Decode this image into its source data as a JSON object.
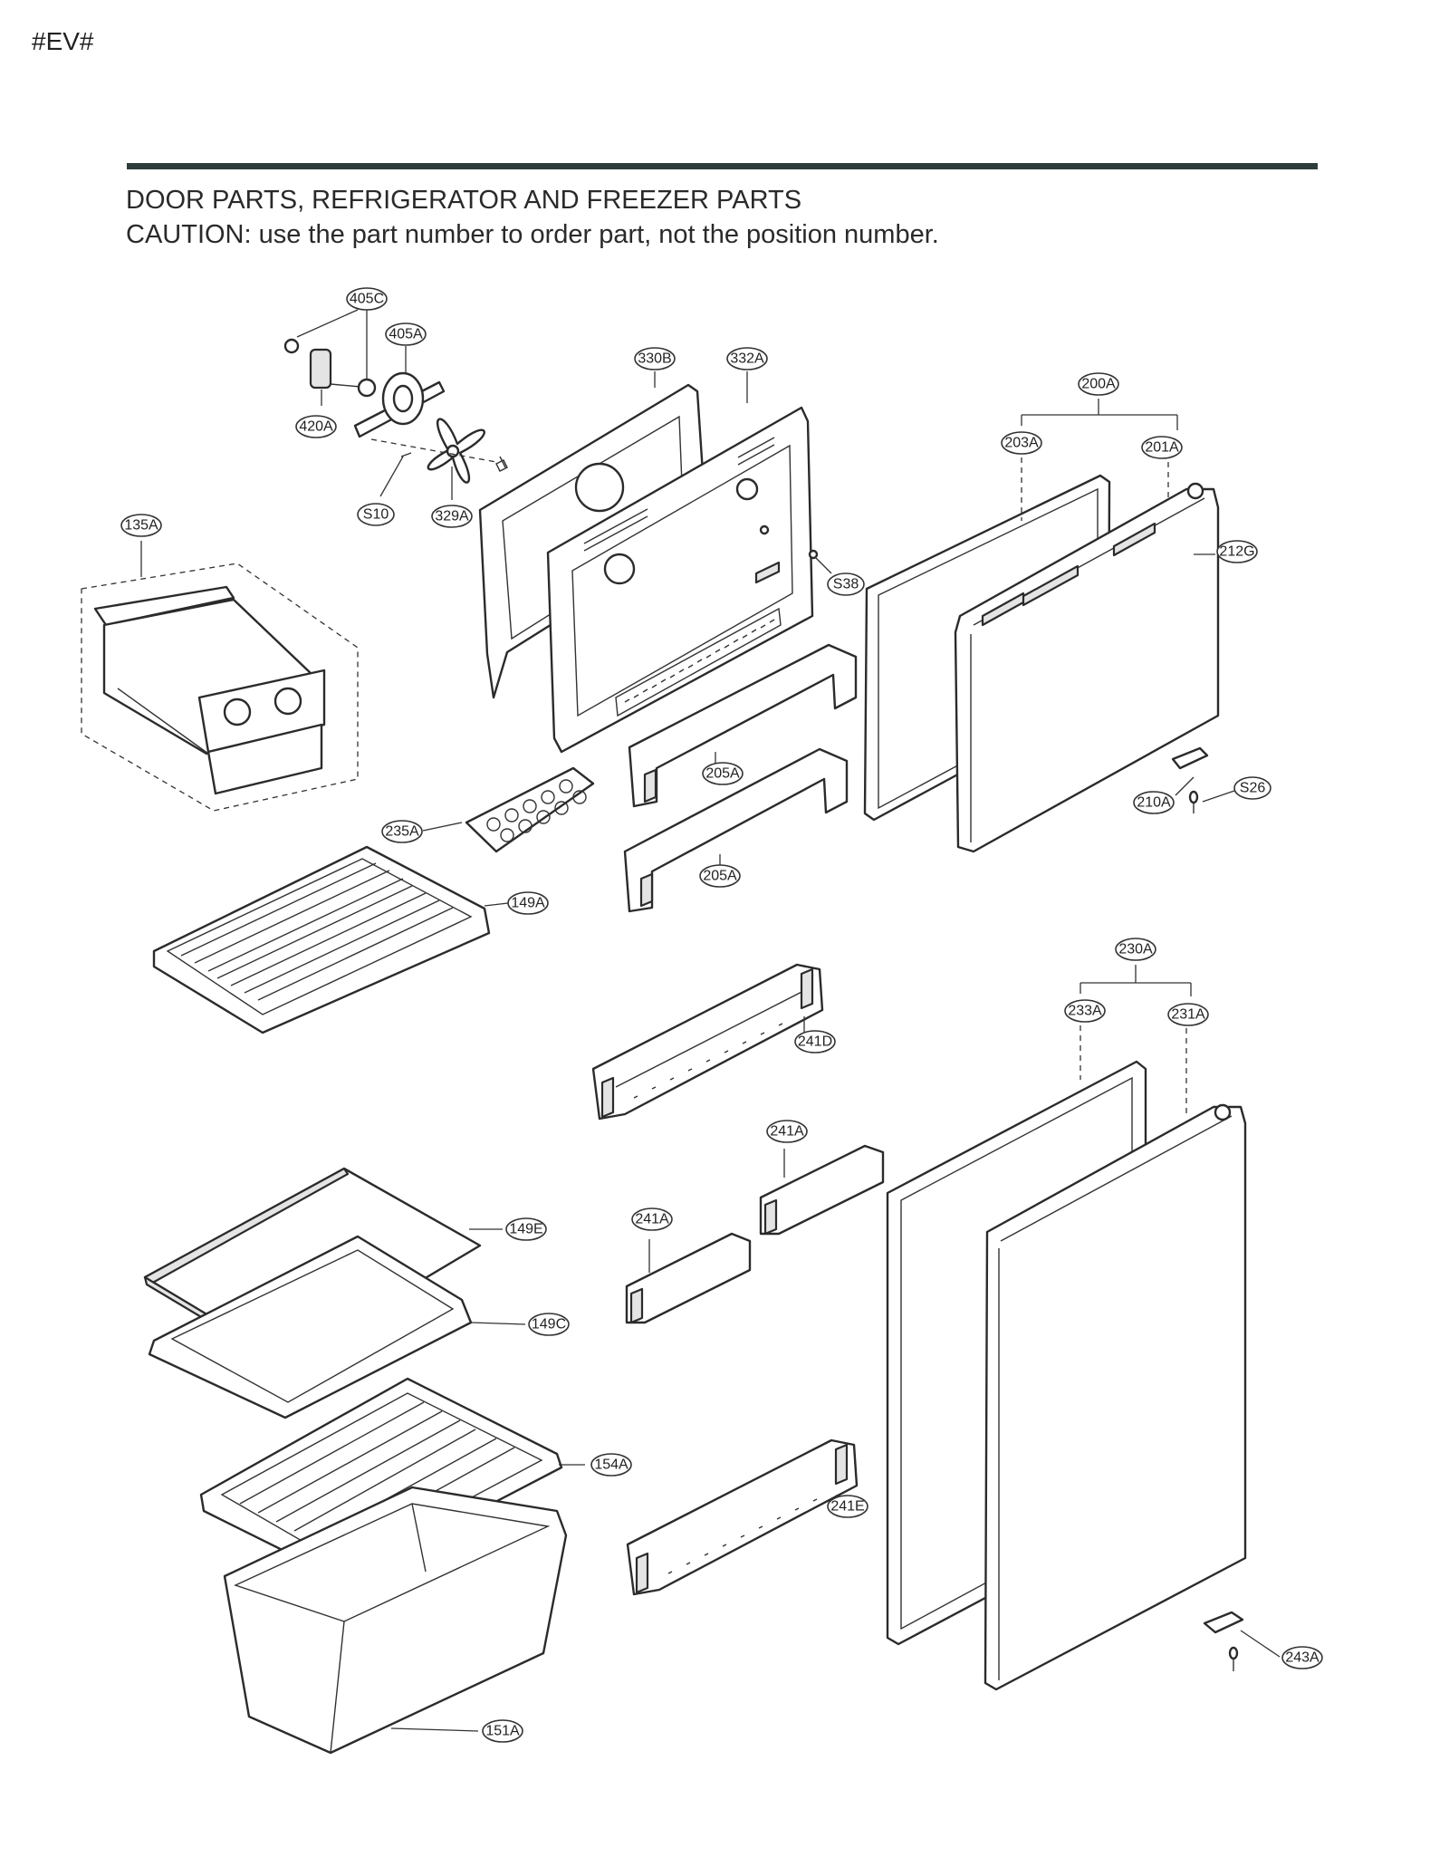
{
  "page_tag": "#EV#",
  "header": {
    "title_line1": "DOOR PARTS, REFRIGERATOR AND FREEZER PARTS",
    "title_line2": "CAUTION: use the part number to order part, not the position number."
  },
  "labels": {
    "l405C": "405C",
    "l405A": "405A",
    "l420A": "420A",
    "lS10": "S10",
    "l329A": "329A",
    "l330B": "330B",
    "l332A": "332A",
    "lS38": "S38",
    "l200A": "200A",
    "l203A": "203A",
    "l201A": "201A",
    "l212G": "212G",
    "l210A": "210A",
    "lS26": "S26",
    "l135A": "135A",
    "l235A": "235A",
    "l205A_1": "205A",
    "l205A_2": "205A",
    "l149A": "149A",
    "l241D": "241D",
    "l230A": "230A",
    "l233A": "233A",
    "l231A": "231A",
    "l241A_1": "241A",
    "l241A_2": "241A",
    "l149E": "149E",
    "l149C": "149C",
    "l154A": "154A",
    "l241E": "241E",
    "l243A": "243A",
    "l151A": "151A"
  },
  "colors": {
    "rule": "#2e3d3c",
    "line": "#2b2b2b"
  }
}
